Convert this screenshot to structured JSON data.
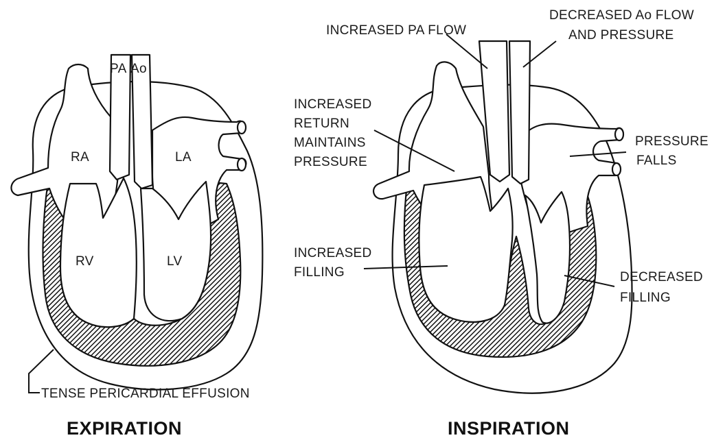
{
  "expiration": {
    "title": "EXPIRATION",
    "labels": {
      "pa": "PA",
      "ao": "Ao",
      "ra": "RA",
      "la": "LA",
      "rv": "RV",
      "lv": "LV",
      "effusion": "TENSE PERICARDIAL EFFUSION"
    }
  },
  "inspiration": {
    "title": "INSPIRATION",
    "labels": {
      "pa_flow": "INCREASED PA FLOW",
      "ao_flow_1": "DECREASED Ao FLOW",
      "ao_flow_2": "AND PRESSURE",
      "return_1": "INCREASED",
      "return_2": "RETURN",
      "return_3": "MAINTAINS",
      "return_4": "PRESSURE",
      "pressure_1": "PRESSURE",
      "pressure_2": "FALLS",
      "filling_1": "INCREASED",
      "filling_2": "FILLING",
      "dec_filling_1": "DECREASED",
      "dec_filling_2": "FILLING"
    }
  }
}
